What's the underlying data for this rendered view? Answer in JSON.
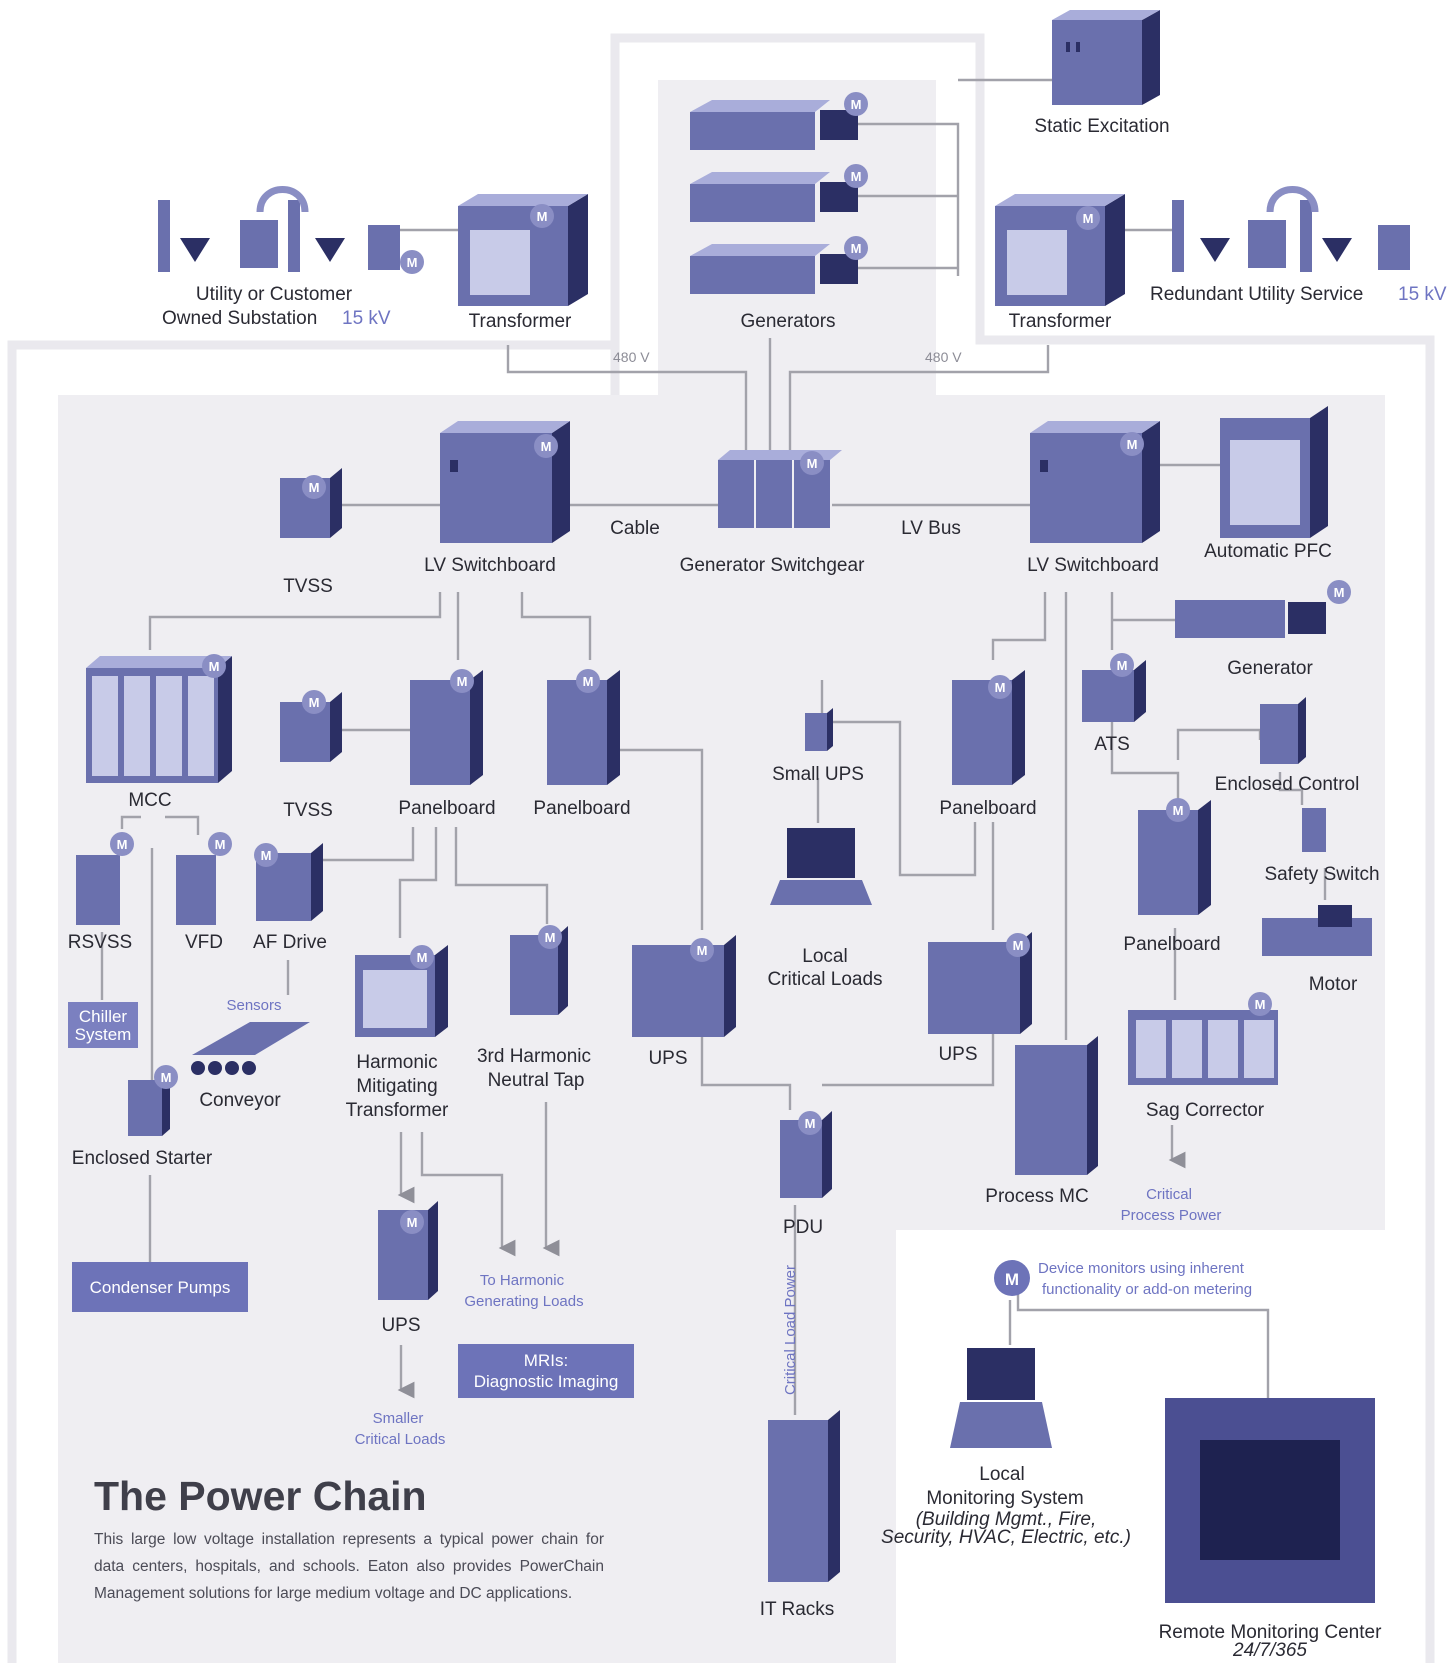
{
  "title": "The Power Chain",
  "description": "This large low voltage installation represents a typical power chain for data centers, hospitals, and schools. Eaton also provides PowerChain Management solutions for large medium voltage and DC applications.",
  "meter_letter": "M",
  "colors": {
    "device": "#6a70ad",
    "device_dark": "#2b2f64",
    "wire": "#a2a2aa",
    "region": "#efeef2",
    "accent_blue": "#6e74c2",
    "box_blue": "#6d73b8"
  },
  "labels": {
    "static_excitation": "Static Excitation",
    "generators": "Generators",
    "transformer_left": "Transformer",
    "transformer_right": "Transformer",
    "substation_line1": "Utility or Customer",
    "substation_line2": "Owned Substation",
    "substation_kv": "15 kV",
    "redundant_service": "Redundant Utility Service",
    "redundant_kv": "15 kV",
    "voltage_left": "480 V",
    "voltage_right": "480 V",
    "lv_switchboard_left": "LV Switchboard",
    "lv_switchboard_right": "LV Switchboard",
    "generator_switchgear": "Generator Switchgear",
    "cable": "Cable",
    "lv_bus": "LV Bus",
    "tvss_top": "TVSS",
    "tvss_mid": "TVSS",
    "automatic_pfc": "Automatic PFC",
    "generator_small": "Generator",
    "ats": "ATS",
    "mcc": "MCC",
    "panelboard_1": "Panelboard",
    "panelboard_2": "Panelboard",
    "panelboard_3": "Panelboard",
    "panelboard_4": "Panelboard",
    "small_ups": "Small UPS",
    "local_critical_line1": "Local",
    "local_critical_line2": "Critical Loads",
    "enclosed_control": "Enclosed Control",
    "safety_switch": "Safety Switch",
    "motor": "Motor",
    "rsvss": "RSVSS",
    "vfd": "VFD",
    "af_drive": "AF Drive",
    "sensors": "Sensors",
    "chiller_line1": "Chiller",
    "chiller_line2": "System",
    "conveyor": "Conveyor",
    "enclosed_starter": "Enclosed Starter",
    "condenser_pumps": "Condenser Pumps",
    "hmt_line1": "Harmonic",
    "hmt_line2": "Mitigating",
    "hmt_line3": "Transformer",
    "tap_line1": "3rd Harmonic",
    "tap_line2": "Neutral Tap",
    "ups_left": "UPS",
    "ups_right": "UPS",
    "ups_small": "UPS",
    "pdu": "PDU",
    "critical_load_power": "Critical Load Power",
    "it_racks": "IT Racks",
    "process_mc": "Process MC",
    "sag_corrector": "Sag Corrector",
    "critical_process_line1": "Critical",
    "critical_process_line2": "Process Power",
    "harmonic_loads_line1": "To Harmonic",
    "harmonic_loads_line2": "Generating Loads",
    "mri_line1": "MRIs:",
    "mri_line2": "Diagnostic Imaging",
    "smaller_critical_line1": "Smaller",
    "smaller_critical_line2": "Critical Loads",
    "device_monitors_line1": "Device monitors using inherent",
    "device_monitors_line2": "functionality or add-on metering",
    "local_monitoring_line1": "Local",
    "local_monitoring_line2": "Monitoring System",
    "local_monitoring_note1": "(Building Mgmt., Fire,",
    "local_monitoring_note2": "Security, HVAC, Electric, etc.)",
    "remote_center": "Remote Monitoring Center",
    "remote_hours": "24/7/365"
  }
}
